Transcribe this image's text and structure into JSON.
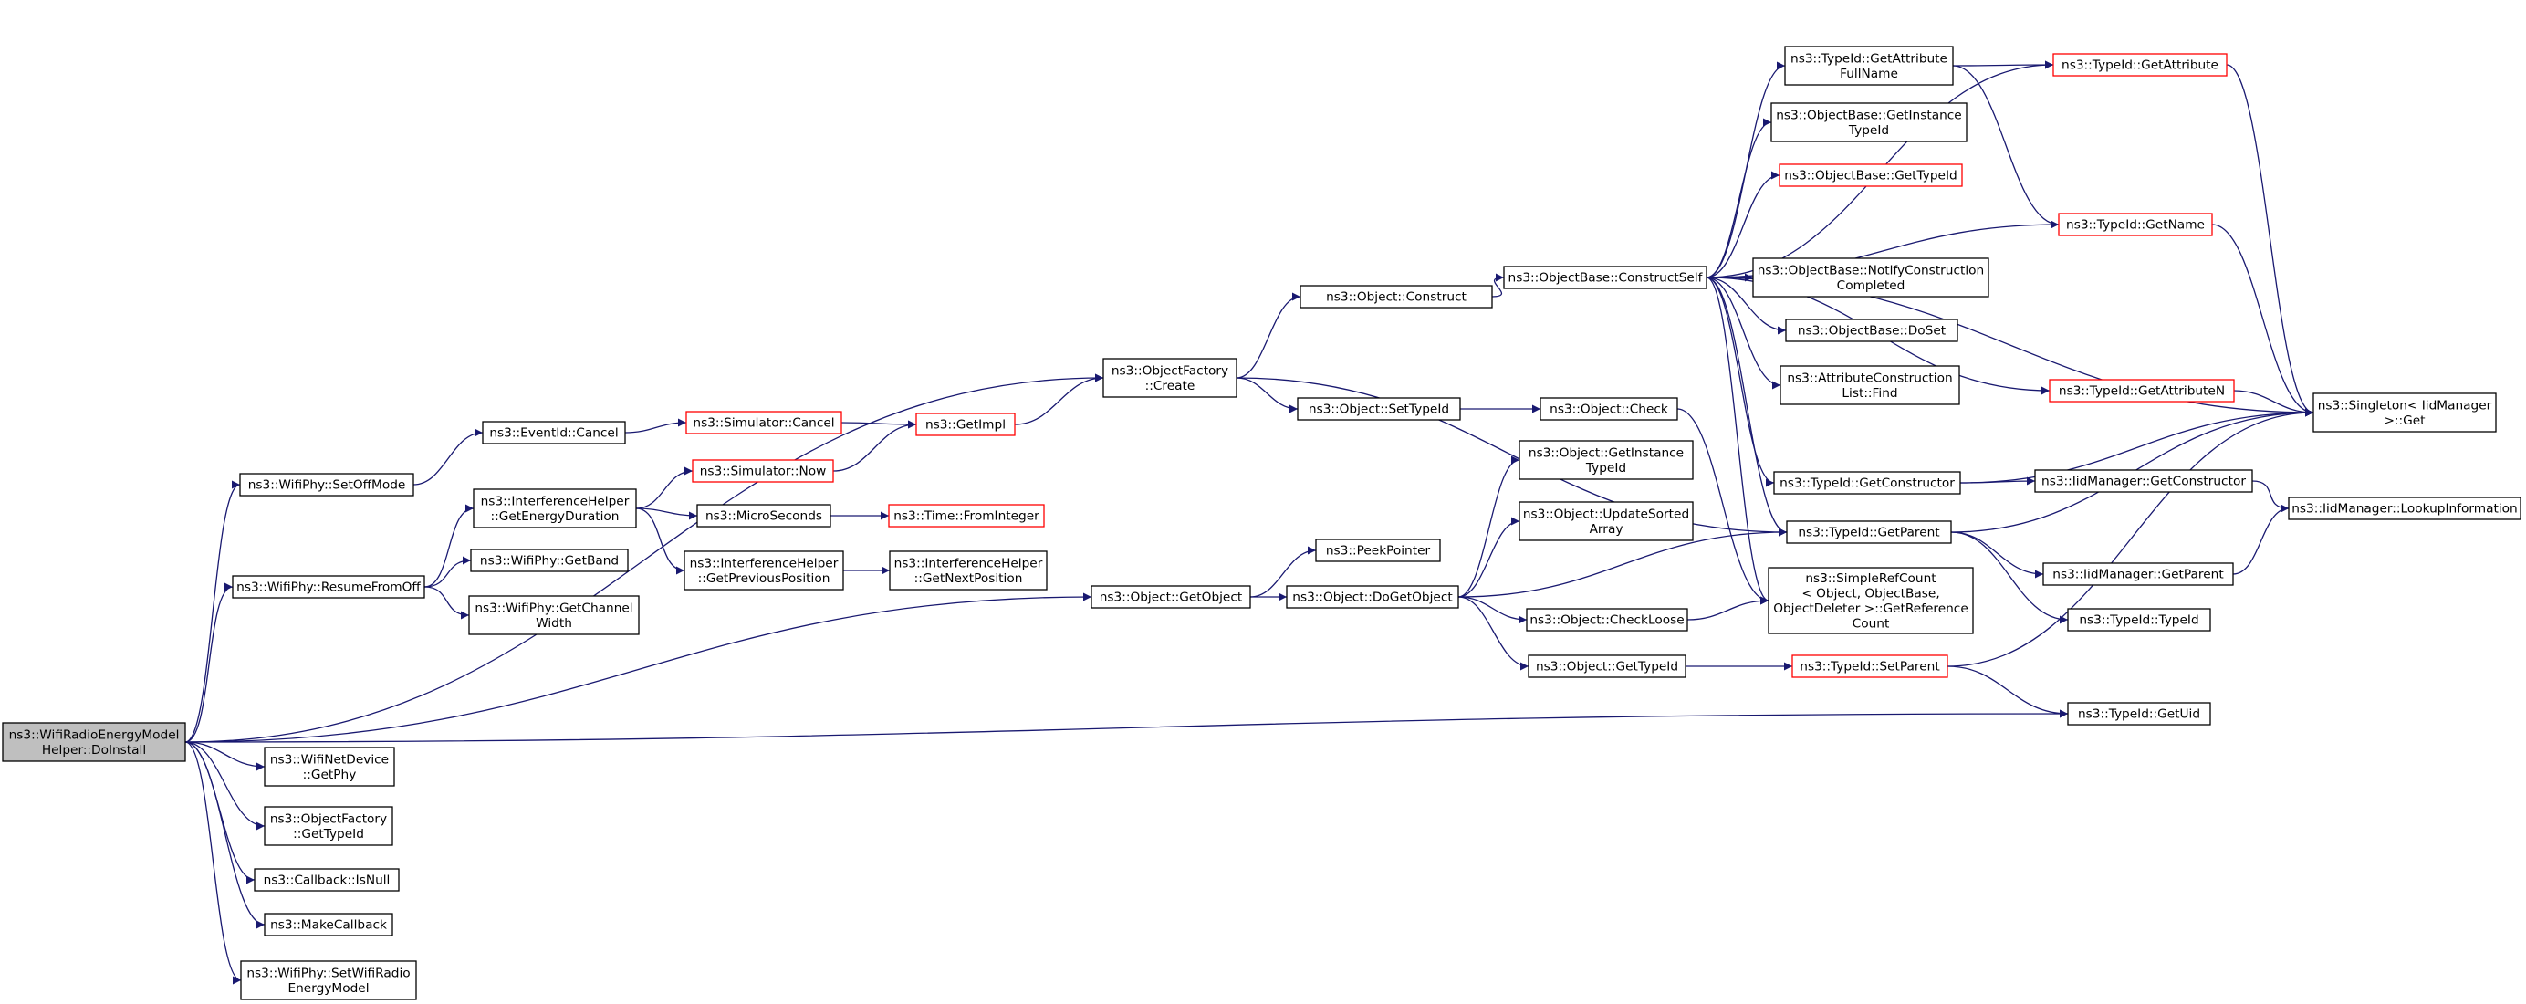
{
  "colors": {
    "edge": "#191970",
    "node_border": "#000000",
    "node_border_truncated": "#ff0000",
    "root_fill": "#bfbfbf",
    "node_fill": "#ffffff"
  },
  "nodes": [
    {
      "id": "root",
      "lines": [
        "ns3::WifiRadioEnergyModel",
        "Helper::DoInstall"
      ],
      "style": "root"
    },
    {
      "id": "setoffmode",
      "lines": [
        "ns3::WifiPhy::SetOffMode"
      ],
      "style": "normal"
    },
    {
      "id": "resumefromoff",
      "lines": [
        "ns3::WifiPhy::ResumeFromOff"
      ],
      "style": "normal"
    },
    {
      "id": "getphy",
      "lines": [
        "ns3::WifiNetDevice",
        "::GetPhy"
      ],
      "style": "normal"
    },
    {
      "id": "of_gettypeid",
      "lines": [
        "ns3::ObjectFactory",
        "::GetTypeId"
      ],
      "style": "normal"
    },
    {
      "id": "isnull",
      "lines": [
        "ns3::Callback::IsNull"
      ],
      "style": "normal"
    },
    {
      "id": "makecallback",
      "lines": [
        "ns3::MakeCallback"
      ],
      "style": "normal"
    },
    {
      "id": "setwifiradio",
      "lines": [
        "ns3::WifiPhy::SetWifiRadio",
        "EnergyModel"
      ],
      "style": "normal"
    },
    {
      "id": "eventcancel",
      "lines": [
        "ns3::EventId::Cancel"
      ],
      "style": "normal"
    },
    {
      "id": "ih_getenergy",
      "lines": [
        "ns3::InterferenceHelper",
        "::GetEnergyDuration"
      ],
      "style": "normal"
    },
    {
      "id": "getband",
      "lines": [
        "ns3::WifiPhy::GetBand"
      ],
      "style": "normal"
    },
    {
      "id": "getchannelwidth",
      "lines": [
        "ns3::WifiPhy::GetChannel",
        "Width"
      ],
      "style": "normal"
    },
    {
      "id": "simcancel",
      "lines": [
        "ns3::Simulator::Cancel"
      ],
      "style": "truncated"
    },
    {
      "id": "simnow",
      "lines": [
        "ns3::Simulator::Now"
      ],
      "style": "truncated"
    },
    {
      "id": "microseconds",
      "lines": [
        "ns3::MicroSeconds"
      ],
      "style": "normal"
    },
    {
      "id": "ih_getprev",
      "lines": [
        "ns3::InterferenceHelper",
        "::GetPreviousPosition"
      ],
      "style": "normal"
    },
    {
      "id": "getimpl",
      "lines": [
        "ns3::GetImpl"
      ],
      "style": "truncated"
    },
    {
      "id": "frominteger",
      "lines": [
        "ns3::Time::FromInteger"
      ],
      "style": "truncated"
    },
    {
      "id": "ih_getnext",
      "lines": [
        "ns3::InterferenceHelper",
        "::GetNextPosition"
      ],
      "style": "normal"
    },
    {
      "id": "of_create",
      "lines": [
        "ns3::ObjectFactory",
        "::Create"
      ],
      "style": "normal"
    },
    {
      "id": "obj_getobject",
      "lines": [
        "ns3::Object::GetObject"
      ],
      "style": "normal"
    },
    {
      "id": "obj_construct",
      "lines": [
        "ns3::Object::Construct"
      ],
      "style": "normal"
    },
    {
      "id": "obj_settypeid",
      "lines": [
        "ns3::Object::SetTypeId"
      ],
      "style": "normal"
    },
    {
      "id": "peekpointer",
      "lines": [
        "ns3::PeekPointer"
      ],
      "style": "normal"
    },
    {
      "id": "obj_dogetobject",
      "lines": [
        "ns3::Object::DoGetObject"
      ],
      "style": "normal"
    },
    {
      "id": "ob_constructself",
      "lines": [
        "ns3::ObjectBase::ConstructSelf"
      ],
      "style": "normal"
    },
    {
      "id": "obj_check",
      "lines": [
        "ns3::Object::Check"
      ],
      "style": "normal"
    },
    {
      "id": "obj_getinstancetypeid",
      "lines": [
        "ns3::Object::GetInstance",
        "TypeId"
      ],
      "style": "normal"
    },
    {
      "id": "obj_updatesorted",
      "lines": [
        "ns3::Object::UpdateSorted",
        "Array"
      ],
      "style": "normal"
    },
    {
      "id": "obj_checkloose",
      "lines": [
        "ns3::Object::CheckLoose"
      ],
      "style": "normal"
    },
    {
      "id": "obj_gettypeid",
      "lines": [
        "ns3::Object::GetTypeId"
      ],
      "style": "normal"
    },
    {
      "id": "tid_getattrfullname",
      "lines": [
        "ns3::TypeId::GetAttribute",
        "FullName"
      ],
      "style": "normal"
    },
    {
      "id": "ob_getinstancetypeid",
      "lines": [
        "ns3::ObjectBase::GetInstance",
        "TypeId"
      ],
      "style": "normal"
    },
    {
      "id": "ob_gettypeid",
      "lines": [
        "ns3::ObjectBase::GetTypeId"
      ],
      "style": "truncated"
    },
    {
      "id": "ob_notify",
      "lines": [
        "ns3::ObjectBase::NotifyConstruction",
        "Completed"
      ],
      "style": "normal"
    },
    {
      "id": "ob_doset",
      "lines": [
        "ns3::ObjectBase::DoSet"
      ],
      "style": "normal"
    },
    {
      "id": "acl_find",
      "lines": [
        "ns3::AttributeConstruction",
        "List::Find"
      ],
      "style": "normal"
    },
    {
      "id": "tid_getconstructor",
      "lines": [
        "ns3::TypeId::GetConstructor"
      ],
      "style": "normal"
    },
    {
      "id": "tid_getparent",
      "lines": [
        "ns3::TypeId::GetParent"
      ],
      "style": "normal"
    },
    {
      "id": "simplerefcount",
      "lines": [
        "ns3::SimpleRefCount",
        "< Object, ObjectBase,",
        "ObjectDeleter >::GetReference",
        "Count"
      ],
      "style": "normal"
    },
    {
      "id": "tid_setparent",
      "lines": [
        "ns3::TypeId::SetParent"
      ],
      "style": "truncated"
    },
    {
      "id": "tid_getattribute",
      "lines": [
        "ns3::TypeId::GetAttribute"
      ],
      "style": "truncated"
    },
    {
      "id": "tid_getname",
      "lines": [
        "ns3::TypeId::GetName"
      ],
      "style": "truncated"
    },
    {
      "id": "tid_getattributen",
      "lines": [
        "ns3::TypeId::GetAttributeN"
      ],
      "style": "truncated"
    },
    {
      "id": "iid_getconstructor",
      "lines": [
        "ns3::IidManager::GetConstructor"
      ],
      "style": "normal"
    },
    {
      "id": "iid_getparent",
      "lines": [
        "ns3::IidManager::GetParent"
      ],
      "style": "normal"
    },
    {
      "id": "tid_typeid",
      "lines": [
        "ns3::TypeId::TypeId"
      ],
      "style": "normal"
    },
    {
      "id": "tid_getuid",
      "lines": [
        "ns3::TypeId::GetUid"
      ],
      "style": "normal"
    },
    {
      "id": "singleton_get",
      "lines": [
        "ns3::Singleton< IidManager",
        ">::Get"
      ],
      "style": "normal"
    },
    {
      "id": "iid_lookup",
      "lines": [
        "ns3::IidManager::LookupInformation"
      ],
      "style": "normal"
    }
  ],
  "edges": [
    [
      "root",
      "setoffmode"
    ],
    [
      "root",
      "resumefromoff"
    ],
    [
      "root",
      "getphy"
    ],
    [
      "root",
      "of_gettypeid"
    ],
    [
      "root",
      "isnull"
    ],
    [
      "root",
      "makecallback"
    ],
    [
      "root",
      "setwifiradio"
    ],
    [
      "root",
      "of_create"
    ],
    [
      "root",
      "obj_getobject"
    ],
    [
      "root",
      "tid_getuid"
    ],
    [
      "setoffmode",
      "eventcancel"
    ],
    [
      "resumefromoff",
      "ih_getenergy"
    ],
    [
      "resumefromoff",
      "getband"
    ],
    [
      "resumefromoff",
      "getchannelwidth"
    ],
    [
      "eventcancel",
      "simcancel"
    ],
    [
      "simcancel",
      "getimpl"
    ],
    [
      "simnow",
      "getimpl"
    ],
    [
      "getimpl",
      "of_create"
    ],
    [
      "ih_getenergy",
      "simnow"
    ],
    [
      "ih_getenergy",
      "microseconds"
    ],
    [
      "ih_getenergy",
      "ih_getprev"
    ],
    [
      "microseconds",
      "frominteger"
    ],
    [
      "ih_getprev",
      "ih_getnext"
    ],
    [
      "of_create",
      "obj_construct"
    ],
    [
      "of_create",
      "obj_settypeid"
    ],
    [
      "of_create",
      "tid_getparent"
    ],
    [
      "obj_construct",
      "ob_constructself"
    ],
    [
      "obj_settypeid",
      "obj_check"
    ],
    [
      "obj_check",
      "simplerefcount"
    ],
    [
      "obj_getobject",
      "peekpointer"
    ],
    [
      "obj_getobject",
      "obj_dogetobject"
    ],
    [
      "obj_dogetobject",
      "obj_getinstancetypeid"
    ],
    [
      "obj_dogetobject",
      "obj_updatesorted"
    ],
    [
      "obj_dogetobject",
      "tid_getparent"
    ],
    [
      "obj_dogetobject",
      "obj_checkloose"
    ],
    [
      "obj_dogetobject",
      "obj_gettypeid"
    ],
    [
      "obj_checkloose",
      "simplerefcount"
    ],
    [
      "obj_gettypeid",
      "tid_setparent"
    ],
    [
      "ob_constructself",
      "tid_getattrfullname"
    ],
    [
      "ob_constructself",
      "ob_getinstancetypeid"
    ],
    [
      "ob_constructself",
      "ob_gettypeid"
    ],
    [
      "ob_constructself",
      "tid_getname"
    ],
    [
      "ob_constructself",
      "ob_notify"
    ],
    [
      "ob_constructself",
      "ob_doset"
    ],
    [
      "ob_constructself",
      "acl_find"
    ],
    [
      "ob_constructself",
      "tid_getconstructor"
    ],
    [
      "ob_constructself",
      "tid_getparent"
    ],
    [
      "ob_constructself",
      "simplerefcount"
    ],
    [
      "ob_constructself",
      "tid_getattribute"
    ],
    [
      "ob_constructself",
      "tid_getattributen"
    ],
    [
      "ob_constructself",
      "singleton_get"
    ],
    [
      "tid_getattrfullname",
      "tid_getattribute"
    ],
    [
      "tid_getattrfullname",
      "tid_getname"
    ],
    [
      "tid_getattribute",
      "singleton_get"
    ],
    [
      "tid_getname",
      "singleton_get"
    ],
    [
      "tid_getattributen",
      "singleton_get"
    ],
    [
      "tid_getconstructor",
      "singleton_get"
    ],
    [
      "tid_getconstructor",
      "iid_getconstructor"
    ],
    [
      "tid_getparent",
      "singleton_get"
    ],
    [
      "tid_getparent",
      "iid_getparent"
    ],
    [
      "tid_getparent",
      "tid_typeid"
    ],
    [
      "iid_getconstructor",
      "iid_lookup"
    ],
    [
      "iid_getparent",
      "iid_lookup"
    ],
    [
      "tid_setparent",
      "singleton_get"
    ],
    [
      "tid_setparent",
      "tid_getuid"
    ]
  ]
}
